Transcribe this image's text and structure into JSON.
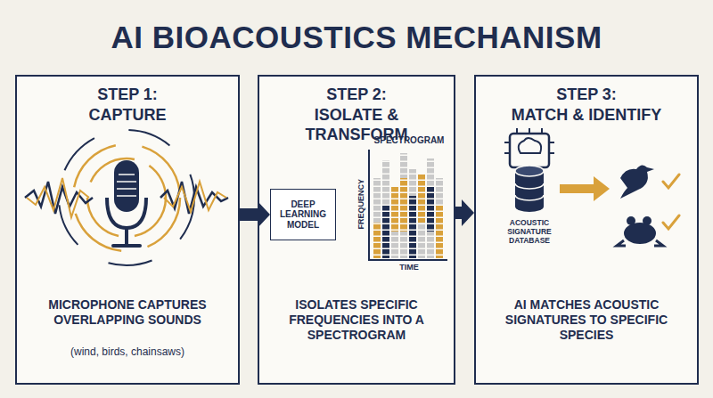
{
  "diagram": {
    "title": "AI BIOACOUSTICS MECHANISM",
    "nodes": [
      {
        "text": [
          "STEP 1:",
          "CAPTURE",
          "MICROPHONE CAPTURES OVERLAPPING SOUNDS",
          "(wind, birds, chainsaws)"
        ]
      },
      {
        "text": [
          "STEP 2:",
          "ISOLATE & TRANSFORM",
          "ISOLATES SPECIFIC FREQUENCIES INTO A SPECTROGRAM"
        ]
      },
      {
        "text": [
          "DEEP LEARNING MODEL"
        ],
        "in": 1
      },
      {
        "text": [
          "STEP 3:",
          "MATCH & IDENTIFY",
          "AI MATCHES ACOUSTIC SIGNATURES TO SPECIFIC SPECIES"
        ]
      }
    ],
    "edges": [
      {
        "from": 0,
        "to": 2,
        "arrow": "to"
      },
      {
        "from": 1,
        "to": 3,
        "arrow": "to"
      }
    ],
    "labels": [
      "SPECTROGRAM",
      "FREQUENCY",
      "TIME",
      "ACOUSTIC SIGNATURE DATABASE"
    ]
  }
}
